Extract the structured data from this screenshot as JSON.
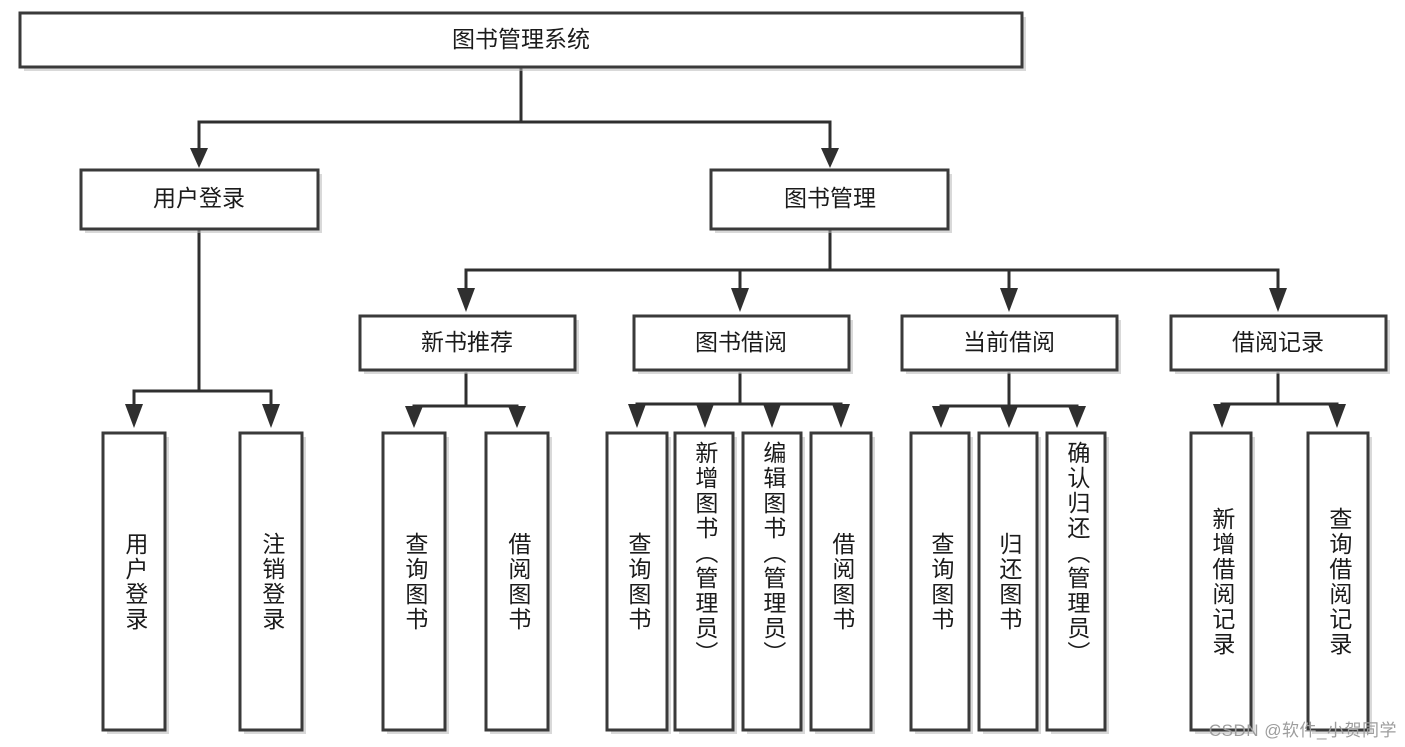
{
  "diagram": {
    "type": "tree",
    "title": "图书管理系统",
    "orientation": "top-down",
    "colors": {
      "box_stroke": "#3a3a3a",
      "box_fill": "#ffffff",
      "connector": "#2f2f2f",
      "text": "#1b1b1b",
      "watermark": "#9d9d9d",
      "background": "#ffffff"
    },
    "root": {
      "label": "图书管理系统"
    },
    "level1": [
      {
        "label": "用户登录"
      },
      {
        "label": "图书管理"
      }
    ],
    "level2": [
      {
        "label": "新书推荐"
      },
      {
        "label": "图书借阅"
      },
      {
        "label": "当前借阅"
      },
      {
        "label": "借阅记录"
      }
    ],
    "leaves": {
      "user_login": [
        {
          "label": "用户登录"
        },
        {
          "label": "注销登录"
        }
      ],
      "new_book_recommend": [
        {
          "label": "查询图书"
        },
        {
          "label": "借阅图书"
        }
      ],
      "book_borrow": [
        {
          "label": "查询图书"
        },
        {
          "label": "新增图书（管理员）"
        },
        {
          "label": "编辑图书（管理员）"
        },
        {
          "label": "借阅图书"
        }
      ],
      "current_borrow": [
        {
          "label": "查询图书"
        },
        {
          "label": "归还图书"
        },
        {
          "label": "确认归还（管理员）"
        }
      ],
      "borrow_record": [
        {
          "label": "新增借阅记录"
        },
        {
          "label": "查询借阅记录"
        }
      ]
    }
  },
  "watermark": {
    "text": "CSDN @软件_小贺同学"
  }
}
